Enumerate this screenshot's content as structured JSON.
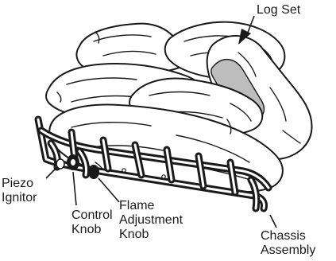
{
  "labels": {
    "log_set": "Log Set",
    "piezo_line1": "Piezo",
    "piezo_line2": "Ignitor",
    "control_line1": "Control",
    "control_line2": "Knob",
    "flame_line1": "Flame",
    "flame_line2": "Adjustment",
    "flame_line3": "Knob",
    "chassis_line1": "Chassis",
    "chassis_line2": "Assembly"
  },
  "colors": {
    "ink": "#1a1a1a",
    "highlight": "#bdbdbd",
    "background": "#ffffff"
  }
}
